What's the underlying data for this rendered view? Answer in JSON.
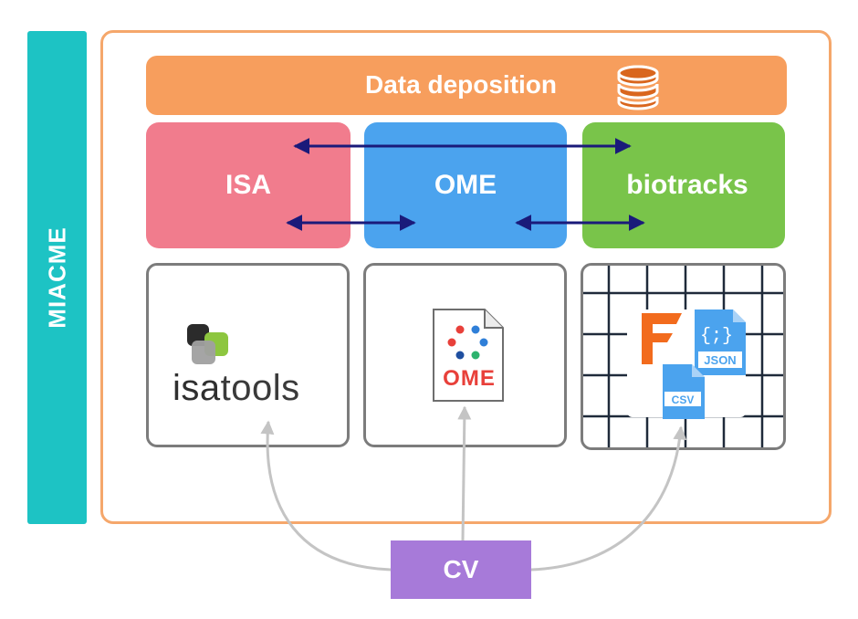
{
  "side_label": "MIACME",
  "deposition": {
    "label": "Data deposition",
    "icon": "database-icon"
  },
  "standards": [
    {
      "label": "ISA",
      "color": "#f17c8d"
    },
    {
      "label": "OME",
      "color": "#4ba3ee"
    },
    {
      "label": "biotracks",
      "color": "#79c44a"
    }
  ],
  "tools": {
    "isatools": {
      "prefix": "isa",
      "suffix": "tools"
    },
    "ome_file": {
      "label": "OME"
    },
    "formats": {
      "json_label": "JSON",
      "json_glyph": "{;}",
      "csv_label": "CSV",
      "f_icon": "frictionless-logo"
    }
  },
  "cv_label": "CV",
  "colors": {
    "miacme": "#1dc3c4",
    "frame": "#f5a76b",
    "deposition": "#f79e5d",
    "arrow": "#1a1a7a",
    "cv": "#a77ad9",
    "cv_arrows": "#c4c4c4"
  }
}
